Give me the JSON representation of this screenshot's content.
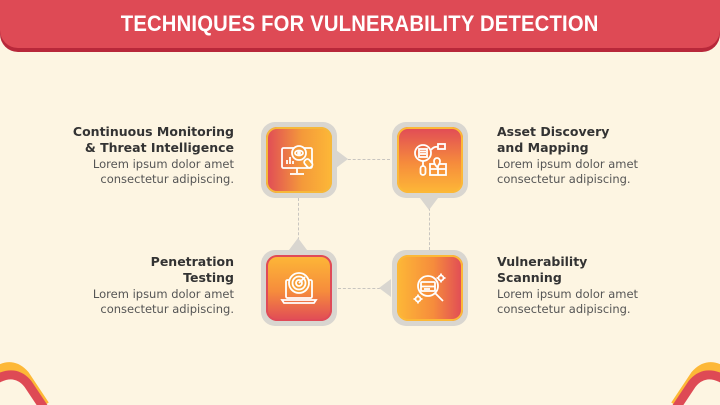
{
  "header": {
    "title": "TECHNIQUES FOR VULNERABILITY DETECTION"
  },
  "colors": {
    "header": "#de4a55",
    "header_shadow": "#b8283a",
    "background": "#fdf5e2",
    "red": "#e04a57",
    "orange": "#f68c3c",
    "yellow": "#fdb837",
    "connector": "#c8c5c0"
  },
  "items": [
    {
      "title_line1": "Continuous Monitoring",
      "title_line2": "& Threat Intelligence",
      "desc_line1": "Lorem ipsum dolor amet",
      "desc_line2": "consectetur adipiscing.",
      "icon": "monitor-eye-magnifier-icon"
    },
    {
      "title_line1": "Asset Discovery",
      "title_line2": "and Mapping",
      "desc_line1": "Lorem ipsum dolor amet",
      "desc_line2": "consectetur adipiscing.",
      "icon": "magnifier-map-pin-icon"
    },
    {
      "title_line1": "Penetration",
      "title_line2": "Testing",
      "desc_line1": "Lorem ipsum dolor amet",
      "desc_line2": "consectetur adipiscing.",
      "icon": "laptop-radar-icon"
    },
    {
      "title_line1": "Vulnerability",
      "title_line2": "Scanning",
      "desc_line1": "Lorem ipsum dolor amet",
      "desc_line2": "consectetur adipiscing.",
      "icon": "magnifier-server-gear-icon"
    }
  ]
}
